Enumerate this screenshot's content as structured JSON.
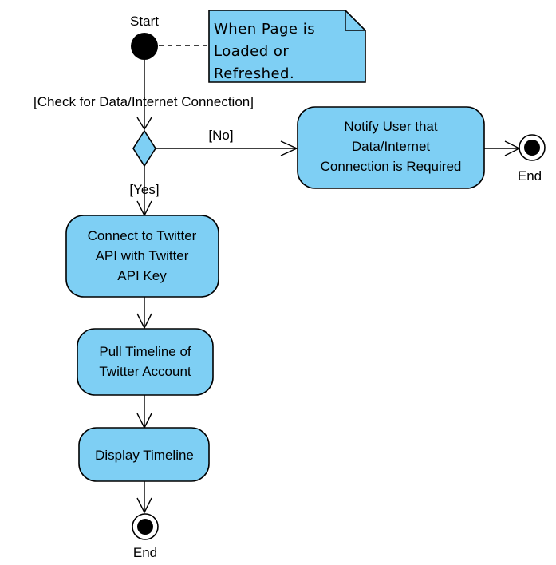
{
  "start": {
    "label": "Start"
  },
  "note": {
    "lines": [
      "When Page is",
      "Loaded or",
      "Refreshed."
    ]
  },
  "guards": {
    "check": "[Check for Data/Internet Connection]",
    "no": "[No]",
    "yes": "[Yes]"
  },
  "actions": {
    "notify": [
      "Notify User that",
      "Data/Internet",
      "Connection is Required"
    ],
    "connect": [
      "Connect to Twitter",
      "API with Twitter",
      "API Key"
    ],
    "pull": [
      "Pull Timeline of",
      "Twitter Account"
    ],
    "display": [
      "Display Timeline"
    ]
  },
  "ends": {
    "right": "End",
    "bottom": "End"
  },
  "colors": {
    "action_fill": "#7ecff4",
    "note_fill": "#7ecff4",
    "stroke": "#000000"
  }
}
